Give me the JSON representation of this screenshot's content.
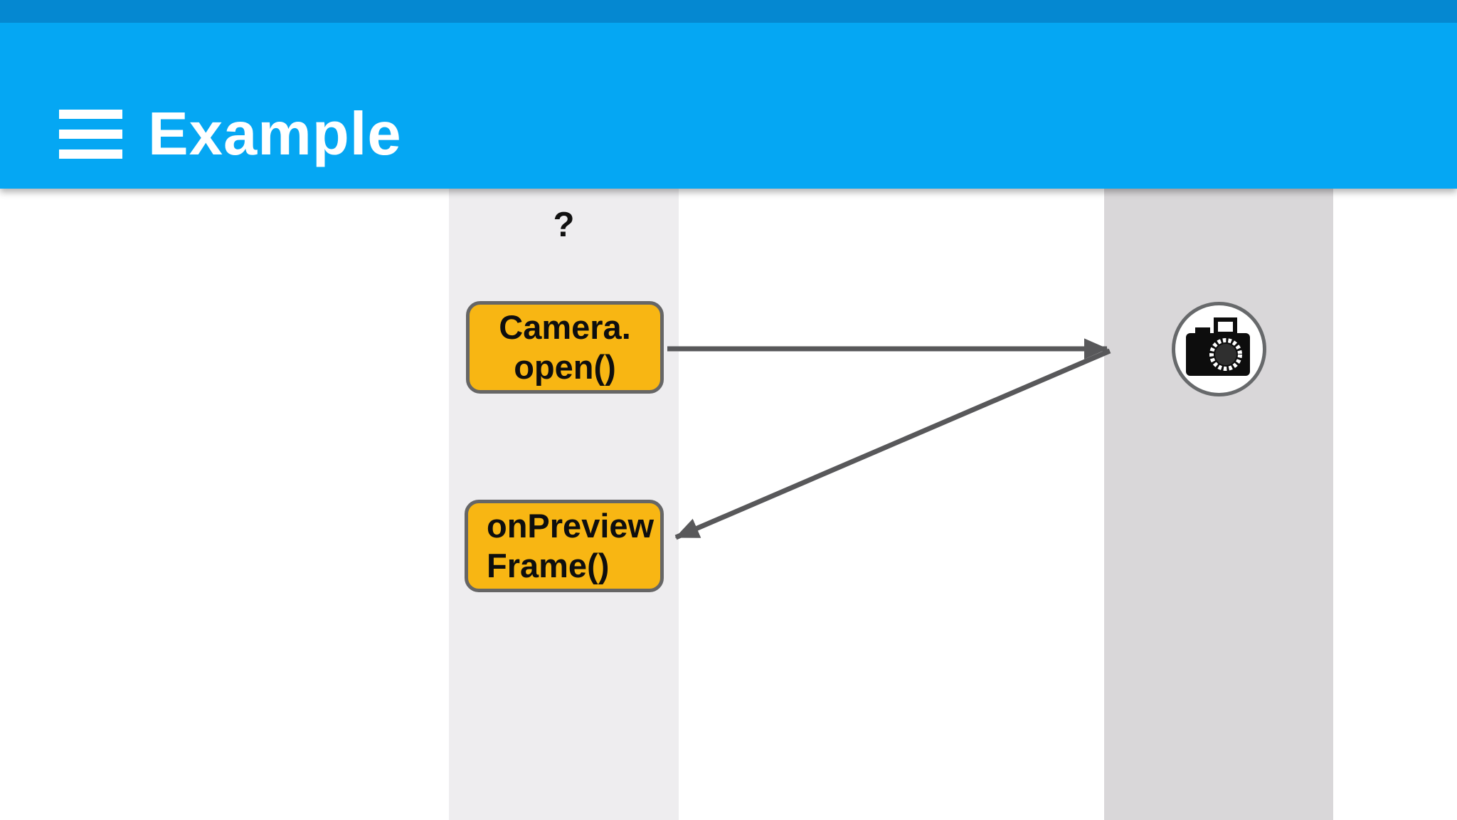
{
  "status_bar": {
    "color": "#0588D1"
  },
  "app_bar": {
    "title": "Example",
    "menu_icon": "hamburger-menu-icon",
    "color": "#05A7F3",
    "text_color": "#FFFFFF"
  },
  "diagram": {
    "caller_label": "?",
    "boxes": {
      "camera_open": {
        "line1": "Camera.",
        "line2": "open()"
      },
      "on_preview_frame": {
        "line1": "onPreview",
        "line2": "Frame()"
      }
    },
    "camera_node": {
      "icon": "camera-icon"
    },
    "arrows": [
      {
        "from": "camera_open_box",
        "to": "camera-node",
        "direction": "right"
      },
      {
        "from": "camera-node",
        "to": "on_preview_frame_box",
        "direction": "down-left"
      }
    ],
    "colors": {
      "box_fill": "#F8B613",
      "box_border": "#666666",
      "arrow": "#58585A",
      "left_lane": "#EEEDEF",
      "right_lane": "#D9D7D9",
      "box_text": "#0E0E0E"
    }
  }
}
